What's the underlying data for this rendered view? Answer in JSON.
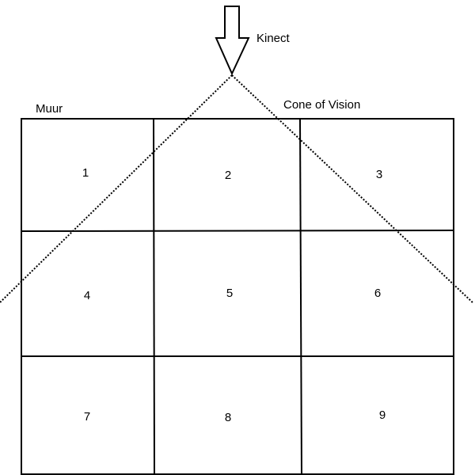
{
  "labels": {
    "sensor": "Kinect",
    "wall": "Muur",
    "cone": "Cone of Vision"
  },
  "cells": [
    "1",
    "2",
    "3",
    "4",
    "5",
    "6",
    "7",
    "8",
    "9"
  ],
  "colors": {
    "stroke": "#000000",
    "background": "#ffffff"
  },
  "icons": {
    "sensor_arrow": "down-arrow-icon"
  }
}
